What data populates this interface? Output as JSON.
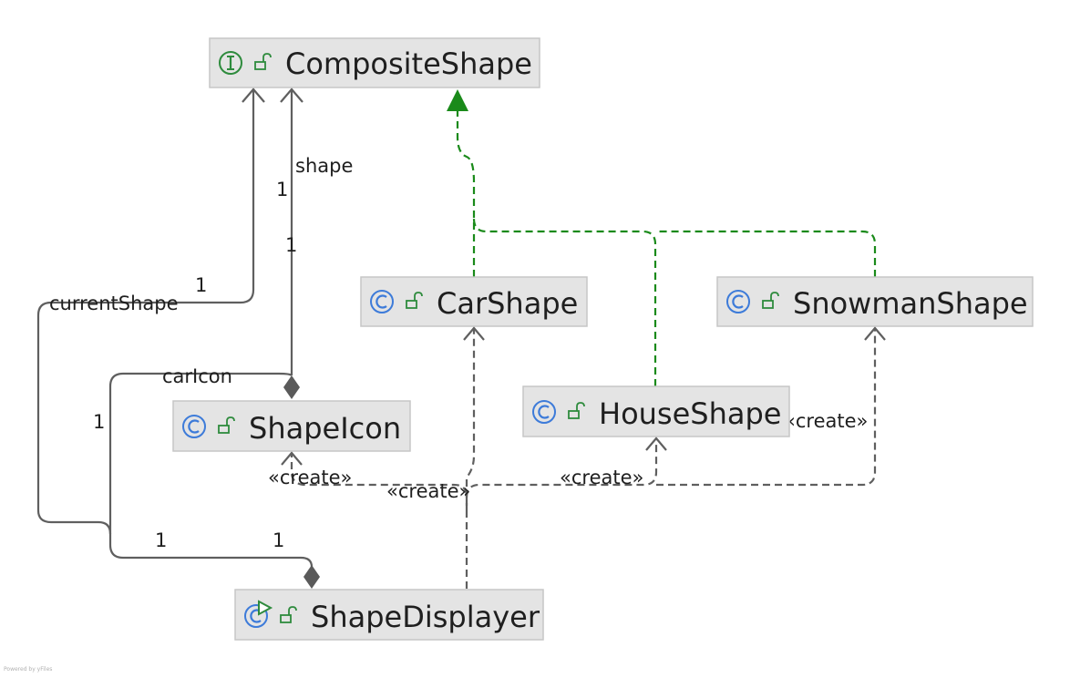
{
  "colors": {
    "node_fill": "#e4e4e4",
    "edge_gray": "#5f5f5f",
    "realization_green": "#1a8a1a",
    "interface_icon": "#2e8b3d",
    "class_icon": "#3d7bd9"
  },
  "nodes": {
    "composite": {
      "name": "CompositeShape",
      "kind": "interface",
      "icon": "interface-icon"
    },
    "car": {
      "name": "CarShape",
      "kind": "class",
      "icon": "class-icon"
    },
    "snowman": {
      "name": "SnowmanShape",
      "kind": "class",
      "icon": "class-icon"
    },
    "house": {
      "name": "HouseShape",
      "kind": "class",
      "icon": "class-icon"
    },
    "shapeicon": {
      "name": "ShapeIcon",
      "kind": "class",
      "icon": "class-icon"
    },
    "displayer": {
      "name": "ShapeDisplayer",
      "kind": "main-class",
      "icon": "main-class-icon"
    }
  },
  "edges": {
    "shape": {
      "label": "shape",
      "mult_top": "1",
      "mult_bottom": "1"
    },
    "current": {
      "label": "currentShape",
      "mult_top": "1",
      "mult_bottom": "1"
    },
    "caricon": {
      "label": "carIcon",
      "mult_left": "1",
      "mult_right": "1"
    },
    "create": "«create»"
  },
  "footer": {
    "powered": "Powered by yFiles"
  }
}
